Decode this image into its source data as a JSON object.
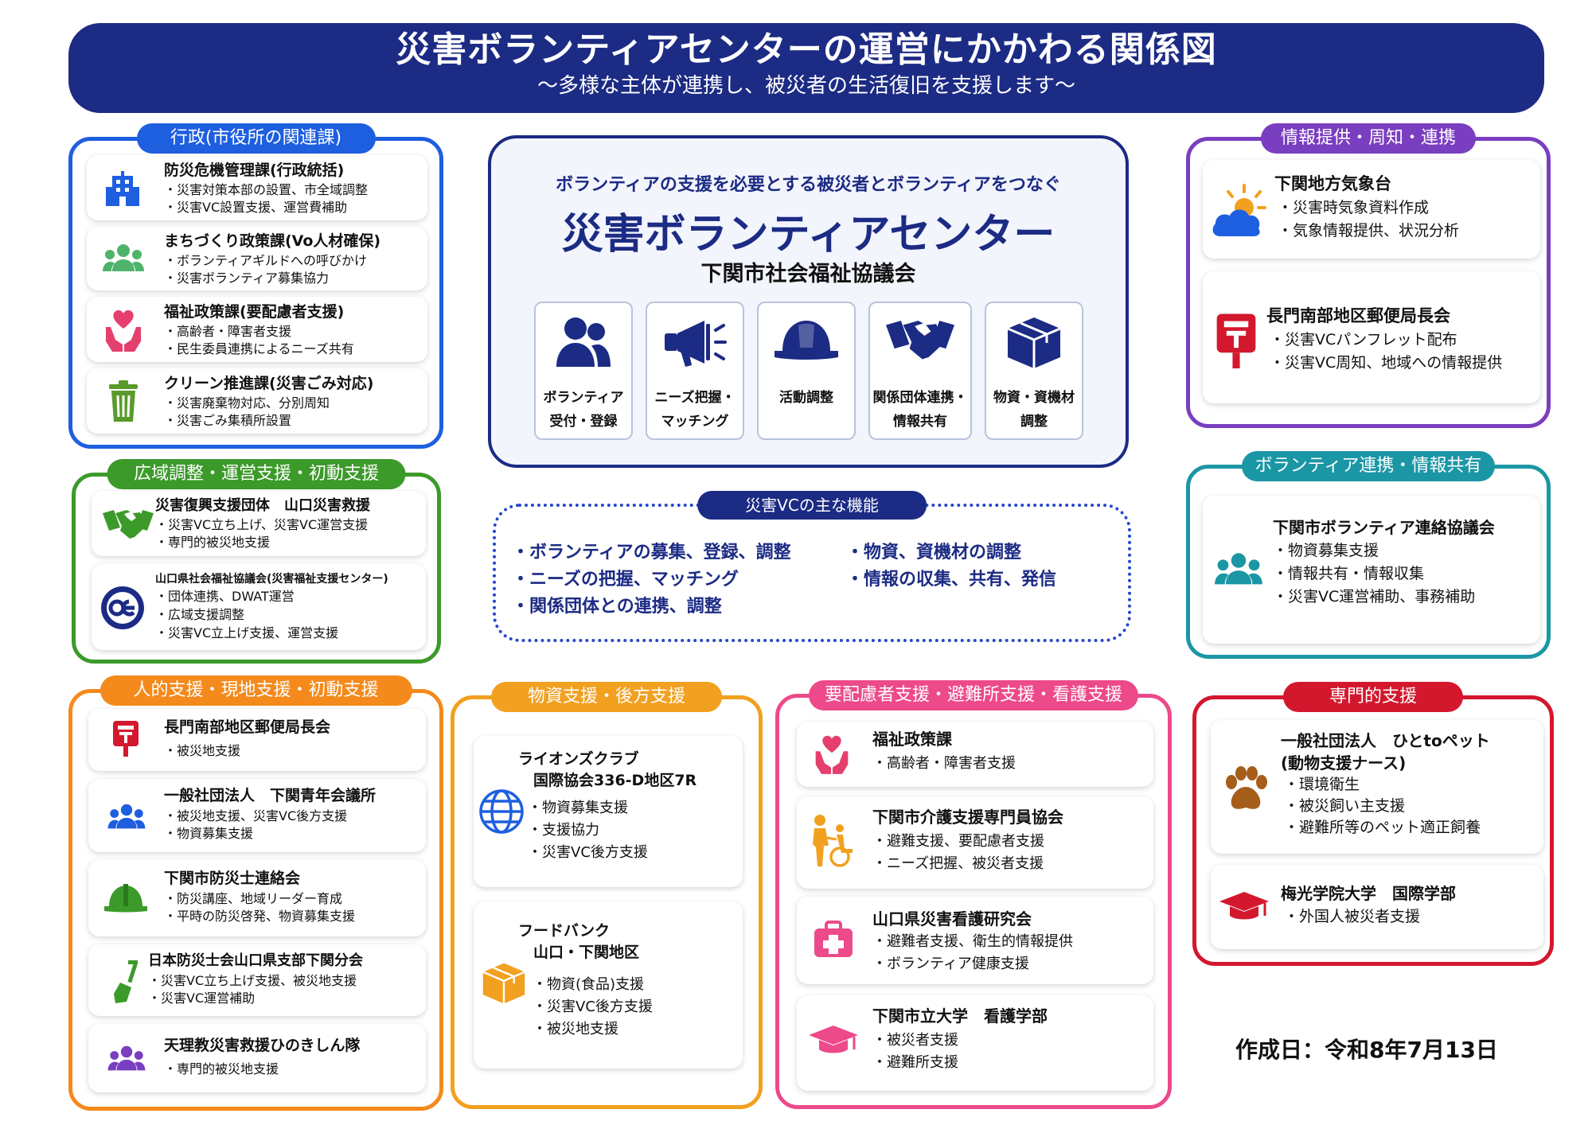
{
  "header": {
    "title": "災害ボランティアセンターの運営にかかわる関係図",
    "subtitle": "～多様な主体が連携し、被災者の生活復旧を支援します～"
  },
  "colors": {
    "navy": "#1c2b84",
    "blue": "#1e5fe0",
    "green": "#3c9a2a",
    "orange": "#f48a1c",
    "amber": "#f2a020",
    "pink": "#ec4a8a",
    "purple": "#7a3ec0",
    "teal": "#1b96a5",
    "red": "#d3182e"
  },
  "gov": {
    "title": "行政(市役所の関連課)",
    "items": [
      {
        "name": "防災危機管理課(行政統括)",
        "lines": [
          "・災害対策本部の設置、市全域調整",
          "・災害VC設置支援、運営費補助"
        ],
        "icon": "building-icon"
      },
      {
        "name": "まちづくり政策課(Vo人材確保)",
        "lines": [
          "・ボランティアギルドへの呼びかけ",
          "・災害ボランティア募集協力"
        ],
        "icon": "people-icon"
      },
      {
        "name": "福祉政策課(要配慮者支援)",
        "lines": [
          "・高齢者・障害者支援",
          "・民生委員連携によるニーズ共有"
        ],
        "icon": "heart-hands-icon"
      },
      {
        "name": "クリーン推進課(災害ごみ対応)",
        "lines": [
          "・災害廃棄物対応、分別周知",
          "・災害ごみ集積所設置"
        ],
        "icon": "trash-icon"
      }
    ]
  },
  "wide": {
    "title": "広域調整・運営支援・初動支援",
    "items": [
      {
        "name": "災害復興支援団体　山口災害救援",
        "lines": [
          "・災害VC立ち上げ、災害VC運営支援",
          "・専門的被災地支援"
        ],
        "icon": "handshake-icon"
      },
      {
        "name": "山口県社会福祉協議会(災害福祉支援センター)",
        "lines": [
          "・団体連携、DWAT運営",
          "・広域支援調整",
          "・災害VC立上げ支援、運営支援"
        ],
        "icon": "council-logo-icon"
      }
    ]
  },
  "human": {
    "title": "人的支援・現地支援・初動支援",
    "items": [
      {
        "name": "長門南部地区郵便局長会",
        "lines": [
          "・被災地支援"
        ],
        "icon": "postbox-icon"
      },
      {
        "name": "一般社団法人　下関青年会議所",
        "lines": [
          "・被災地支援、災害VC後方支援",
          "・物資募集支援"
        ],
        "icon": "people-icon"
      },
      {
        "name": "下関市防災士連絡会",
        "lines": [
          "・防災講座、地域リーダー育成",
          "・平時の防災啓発、物資募集支援"
        ],
        "icon": "helmet-icon"
      },
      {
        "name": "日本防災士会山口県支部下関分会",
        "lines": [
          "・災害VC立ち上げ支援、被災地支援",
          "・災害VC運営補助"
        ],
        "icon": "shovel-icon"
      },
      {
        "name": "天理教災害救援ひのきしん隊",
        "lines": [
          "・専門的被災地支援"
        ],
        "icon": "people-icon"
      }
    ]
  },
  "goods": {
    "title": "物資支援・後方支援",
    "items": [
      {
        "name": "ライオンズクラブ",
        "name2": "　国際協会336-D地区7R",
        "lines": [
          "・物資募集支援",
          "・支援協力",
          "・災害VC後方支援"
        ],
        "icon": "globe-icon"
      },
      {
        "name": "フードバンク",
        "name2": "　山口・下関地区",
        "lines": [
          "・物資(食品)支援",
          "・災害VC後方支援",
          "・被災地支援"
        ],
        "icon": "box-icon"
      }
    ]
  },
  "care": {
    "title": "要配慮者支援・避難所支援・看護支援",
    "items": [
      {
        "name": "福祉政策課",
        "lines": [
          "・高齢者・障害者支援"
        ],
        "icon": "heart-hands-icon"
      },
      {
        "name": "下関市介護支援専門員協会",
        "lines": [
          "・避難支援、要配慮者支援",
          "・ニーズ把握、被災者支援"
        ],
        "icon": "wheelchair-icon"
      },
      {
        "name": "山口県災害看護研究会",
        "lines": [
          "・避難者支援、衛生的情報提供",
          "・ボランティア健康支援"
        ],
        "icon": "first-aid-icon"
      },
      {
        "name": "下関市立大学　看護学部",
        "lines": [
          "・被災者支援",
          "・避難所支援"
        ],
        "icon": "graduation-cap-icon"
      }
    ]
  },
  "info": {
    "title": "情報提供・周知・連携",
    "items": [
      {
        "name": "下関地方気象台",
        "lines": [
          "・災害時気象資料作成",
          "・気象情報提供、状況分析"
        ],
        "icon": "weather-icon"
      },
      {
        "name": "長門南部地区郵便局長会",
        "lines": [
          "・災害VCパンフレット配布",
          "・災害VC周知、地域への情報提供"
        ],
        "icon": "postbox-icon"
      }
    ]
  },
  "vol": {
    "title": "ボランティア連携・情報共有",
    "items": [
      {
        "name": "下関市ボランティア連絡協議会",
        "lines": [
          "・物資募集支援",
          "・情報共有・情報収集",
          "・災害VC運営補助、事務補助"
        ],
        "icon": "people-icon"
      }
    ]
  },
  "pro": {
    "title": "専門的支援",
    "items": [
      {
        "name": "一般社団法人　ひとtoペット",
        "name2": "(動物支援ナース)",
        "lines": [
          "・環境衛生",
          "・被災飼い主支援",
          "・避難所等のペット適正飼養"
        ],
        "icon": "paw-icon"
      },
      {
        "name": "梅光学院大学　国際学部",
        "lines": [
          "・外国人被災者支援"
        ],
        "icon": "graduation-cap-icon"
      }
    ]
  },
  "center": {
    "tagline": "ボランティアの支援を必要とする被災者とボランティアをつなぐ",
    "title": "災害ボランティアセンター",
    "org": "下関市社会福祉協議会",
    "functions": [
      {
        "l1": "ボランティア",
        "l2": "受付・登録",
        "icon": "volunteer-icon"
      },
      {
        "l1": "ニーズ把握・",
        "l2": "マッチング",
        "icon": "megaphone-icon"
      },
      {
        "l1": "活動調整",
        "l2": "",
        "icon": "helmet-icon"
      },
      {
        "l1": "関係団体連携・",
        "l2": "情報共有",
        "icon": "handshake-icon"
      },
      {
        "l1": "物資・資機材",
        "l2": "調整",
        "icon": "box-icon"
      }
    ]
  },
  "vc": {
    "title": "災害VCの主な機能",
    "left": [
      "・ボランティアの募集、登録、調整",
      "・ニーズの把握、マッチング",
      "・関係団体との連携、調整"
    ],
    "right": [
      "・物資、資機材の調整",
      "・情報の収集、共有、発信"
    ]
  },
  "date": "作成日：令和8年7月13日"
}
